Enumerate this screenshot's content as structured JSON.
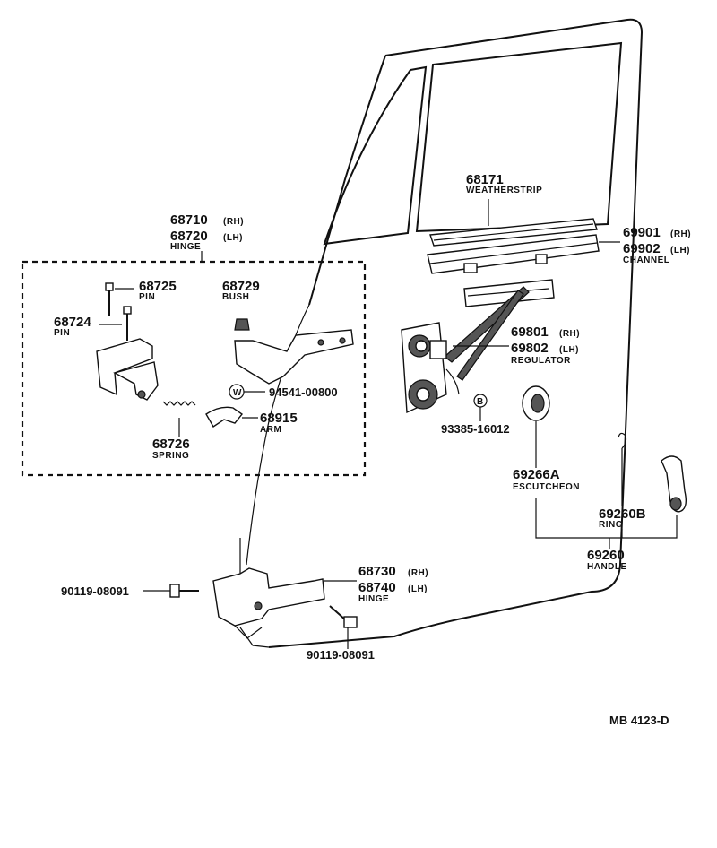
{
  "labels": {
    "weatherstrip_num": "68171",
    "weatherstrip_name": "WEATHERSTRIP",
    "hinge_upper_num_rh": "68710",
    "hinge_upper_rh": "(RH)",
    "hinge_upper_num_lh": "68720",
    "hinge_upper_lh": "(LH)",
    "hinge_upper_name": "HINGE",
    "pin_a_num": "68725",
    "pin_a_name": "PIN",
    "bush_num": "68729",
    "bush_name": "BUSH",
    "pin_b_num": "68724",
    "pin_b_name": "PIN",
    "washer_symbol": "W",
    "washer_num": "94541-00800",
    "arm_num": "68915",
    "arm_name": "ARM",
    "spring_num": "68726",
    "spring_name": "SPRING",
    "channel_num_rh": "69901",
    "channel_rh": "(RH)",
    "channel_num_lh": "69902",
    "channel_lh": "(LH)",
    "channel_name": "CHANNEL",
    "regulator_num_rh": "69801",
    "regulator_rh": "(RH)",
    "regulator_num_lh": "69802",
    "regulator_lh": "(LH)",
    "regulator_name": "REGULATOR",
    "bolt_symbol": "B",
    "bolt_num": "93385-16012",
    "escutcheon_num": "69266A",
    "escutcheon_name": "ESCUTCHEON",
    "ring_num": "69260B",
    "ring_name": "RING",
    "handle_num": "69260",
    "handle_name": "HANDLE",
    "hinge_lower_num_rh": "68730",
    "hinge_lower_rh": "(RH)",
    "hinge_lower_num_lh": "68740",
    "hinge_lower_lh": "(LH)",
    "hinge_lower_name": "HINGE",
    "bolt_left_num": "90119-08091",
    "bolt_bottom_num": "90119-08091",
    "diagram_code": "MB  4123-D"
  }
}
